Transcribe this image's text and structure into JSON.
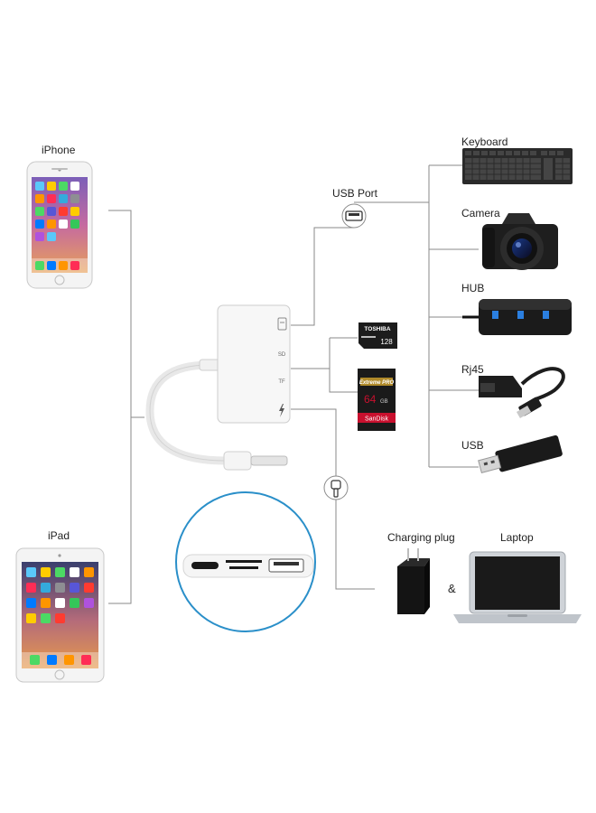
{
  "devices_left": {
    "iphone_label": "iPhone",
    "ipad_label": "iPad"
  },
  "devices_right": {
    "usb_port_label": "USB Port",
    "keyboard_label": "Keyboard",
    "camera_label": "Camera",
    "hub_label": "HUB",
    "rj45_label": "Rj45",
    "usb_label": "USB",
    "charging_plug_label": "Charging plug",
    "laptop_label": "Laptop",
    "ampersand": "&"
  },
  "adapter": {
    "port_marks": [
      "SD",
      "TF"
    ]
  },
  "cards": {
    "microsd_brand": "TOSHIBA",
    "microsd_capacity": "128",
    "sd_line": "Extreme PRO",
    "sd_capacity": "64",
    "sd_unit": "GB",
    "sd_brand": "SanDisk"
  },
  "colors": {
    "line": "#8a8a8a",
    "circle": "#2a8fc9",
    "device_white": "#f2f2f2",
    "dark": "#1c1c1c",
    "sd_red": "#c8102e"
  }
}
